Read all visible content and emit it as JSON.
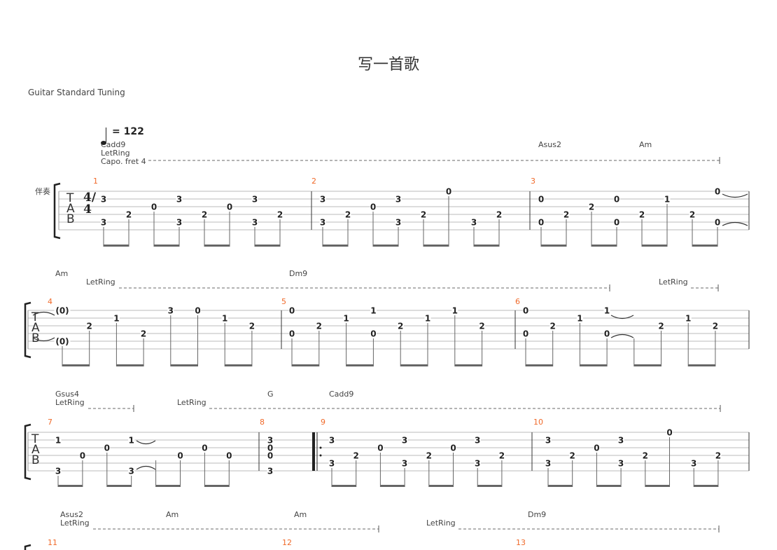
{
  "title": "写一首歌",
  "tuning": "Guitar Standard Tuning",
  "instrument": "伴奏",
  "tempo": "= 122",
  "time_signature": "4/4",
  "accent_color": "#f06a2a",
  "annotations": [
    {
      "id": "a1",
      "text": "Cadd9"
    },
    {
      "id": "a2",
      "text": "LetRing"
    },
    {
      "id": "a3",
      "text": "Capo. fret 4"
    },
    {
      "id": "a4",
      "text": "Asus2"
    },
    {
      "id": "a5",
      "text": "Am"
    },
    {
      "id": "a6",
      "text": "Am"
    },
    {
      "id": "a7",
      "text": "LetRing"
    },
    {
      "id": "a8",
      "text": "Dm9"
    },
    {
      "id": "a9",
      "text": "LetRing"
    },
    {
      "id": "a10",
      "text": "Gsus4"
    },
    {
      "id": "a11",
      "text": "LetRing"
    },
    {
      "id": "a12",
      "text": "LetRing"
    },
    {
      "id": "a13",
      "text": "G"
    },
    {
      "id": "a14",
      "text": "Cadd9"
    },
    {
      "id": "a15",
      "text": "Asus2"
    },
    {
      "id": "a16",
      "text": "LetRing"
    },
    {
      "id": "a17",
      "text": "Am"
    },
    {
      "id": "a18",
      "text": "Am"
    },
    {
      "id": "a19",
      "text": "LetRing"
    },
    {
      "id": "a20",
      "text": "Dm9"
    }
  ],
  "measures": [
    {
      "number": "1",
      "slots": [
        [
          [
            2,
            "3"
          ],
          [
            5,
            "3"
          ]
        ],
        [
          [
            4,
            "2"
          ]
        ],
        [
          [
            3,
            "0"
          ]
        ],
        [
          [
            2,
            "3"
          ],
          [
            5,
            "3"
          ]
        ],
        [
          [
            4,
            "2"
          ]
        ],
        [
          [
            3,
            "0"
          ]
        ],
        [
          [
            2,
            "3"
          ],
          [
            5,
            "3"
          ]
        ],
        [
          [
            4,
            "2"
          ]
        ]
      ]
    },
    {
      "number": "2",
      "slots": [
        [
          [
            2,
            "3"
          ],
          [
            5,
            "3"
          ]
        ],
        [
          [
            4,
            "2"
          ]
        ],
        [
          [
            3,
            "0"
          ]
        ],
        [
          [
            2,
            "3"
          ],
          [
            5,
            "3"
          ]
        ],
        [
          [
            4,
            "2"
          ]
        ],
        [
          [
            1,
            "0"
          ]
        ],
        [
          [
            5,
            "3"
          ]
        ],
        [
          [
            4,
            "2"
          ]
        ]
      ]
    },
    {
      "number": "3",
      "slots": [
        [
          [
            2,
            "0"
          ],
          [
            5,
            "0"
          ]
        ],
        [
          [
            4,
            "2"
          ]
        ],
        [
          [
            3,
            "2"
          ]
        ],
        [
          [
            2,
            "0"
          ],
          [
            5,
            "0"
          ]
        ],
        [
          [
            4,
            "2"
          ]
        ],
        [
          [
            2,
            "1"
          ]
        ],
        [
          [
            4,
            "2"
          ]
        ],
        [
          [
            1,
            "0"
          ],
          [
            5,
            "0"
          ]
        ]
      ]
    },
    {
      "number": "4",
      "slots": [
        [
          [
            1,
            "(0)"
          ],
          [
            5,
            "(0)"
          ]
        ],
        [
          [
            3,
            "2"
          ]
        ],
        [
          [
            2,
            "1"
          ]
        ],
        [
          [
            4,
            "2"
          ]
        ],
        [
          [
            1,
            "3"
          ]
        ],
        [
          [
            1,
            "0"
          ]
        ],
        [
          [
            2,
            "1"
          ]
        ],
        [
          [
            3,
            "2"
          ]
        ]
      ]
    },
    {
      "number": "5",
      "slots": [
        [
          [
            1,
            "0"
          ],
          [
            4,
            "0"
          ]
        ],
        [
          [
            3,
            "2"
          ]
        ],
        [
          [
            2,
            "1"
          ]
        ],
        [
          [
            1,
            "1"
          ],
          [
            4,
            "0"
          ]
        ],
        [
          [
            3,
            "2"
          ]
        ],
        [
          [
            2,
            "1"
          ]
        ],
        [
          [
            1,
            "1"
          ]
        ],
        [
          [
            3,
            "2"
          ]
        ]
      ]
    },
    {
      "number": "6",
      "slots": [
        [
          [
            1,
            "0"
          ],
          [
            4,
            "0"
          ]
        ],
        [
          [
            3,
            "2"
          ]
        ],
        [
          [
            2,
            "1"
          ]
        ],
        [
          [
            1,
            "1"
          ],
          [
            4,
            "0"
          ]
        ],
        [],
        [
          [
            3,
            "2"
          ]
        ],
        [
          [
            2,
            "1"
          ]
        ],
        [
          [
            3,
            "2"
          ]
        ]
      ]
    },
    {
      "number": "7",
      "slots": [
        [
          [
            2,
            "1"
          ],
          [
            6,
            "3"
          ]
        ],
        [
          [
            4,
            "0"
          ]
        ],
        [
          [
            3,
            "0"
          ]
        ],
        [
          [
            2,
            "1"
          ],
          [
            6,
            "3"
          ]
        ],
        [],
        [
          [
            4,
            "0"
          ]
        ],
        [
          [
            3,
            "0"
          ]
        ],
        [
          [
            4,
            "0"
          ]
        ]
      ]
    },
    {
      "number": "8",
      "slots": [
        [
          [
            2,
            "3"
          ],
          [
            3,
            "0"
          ],
          [
            4,
            "0"
          ],
          [
            6,
            "3"
          ]
        ]
      ]
    },
    {
      "number": "9",
      "slots": [
        [
          [
            2,
            "3"
          ],
          [
            5,
            "3"
          ]
        ],
        [
          [
            4,
            "2"
          ]
        ],
        [
          [
            3,
            "0"
          ]
        ],
        [
          [
            2,
            "3"
          ],
          [
            5,
            "3"
          ]
        ],
        [
          [
            4,
            "2"
          ]
        ],
        [
          [
            3,
            "0"
          ]
        ],
        [
          [
            2,
            "3"
          ],
          [
            5,
            "3"
          ]
        ],
        [
          [
            4,
            "2"
          ]
        ]
      ]
    },
    {
      "number": "10",
      "slots": [
        [
          [
            2,
            "3"
          ],
          [
            5,
            "3"
          ]
        ],
        [
          [
            4,
            "2"
          ]
        ],
        [
          [
            3,
            "0"
          ]
        ],
        [
          [
            2,
            "3"
          ],
          [
            5,
            "3"
          ]
        ],
        [
          [
            4,
            "2"
          ]
        ],
        [
          [
            1,
            "0"
          ]
        ],
        [
          [
            5,
            "3"
          ]
        ],
        [
          [
            4,
            "2"
          ]
        ]
      ]
    },
    {
      "number": "11",
      "slots": []
    },
    {
      "number": "12",
      "slots": []
    },
    {
      "number": "13",
      "slots": []
    }
  ]
}
